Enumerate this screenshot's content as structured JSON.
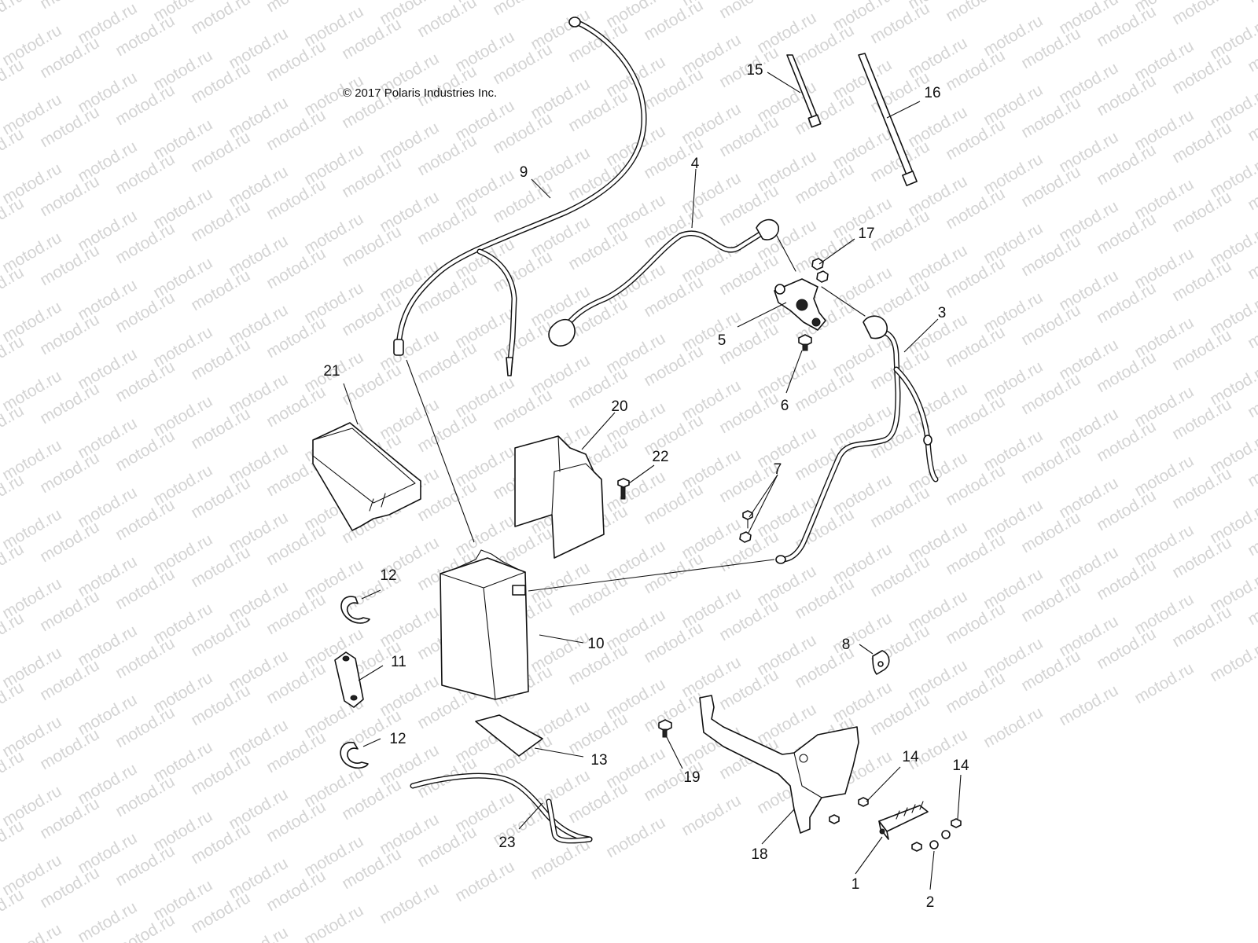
{
  "copyright": "© 2017 Polaris Industries Inc.",
  "watermark": {
    "text": "motod.ru",
    "color": "#d4d4d4"
  },
  "callouts": [
    {
      "id": "15",
      "label": "15"
    },
    {
      "id": "16",
      "label": "16"
    },
    {
      "id": "9",
      "label": "9"
    },
    {
      "id": "4",
      "label": "4"
    },
    {
      "id": "17",
      "label": "17"
    },
    {
      "id": "3",
      "label": "3"
    },
    {
      "id": "5",
      "label": "5"
    },
    {
      "id": "6",
      "label": "6"
    },
    {
      "id": "21",
      "label": "21"
    },
    {
      "id": "20",
      "label": "20"
    },
    {
      "id": "22",
      "label": "22"
    },
    {
      "id": "7",
      "label": "7"
    },
    {
      "id": "12a",
      "label": "12"
    },
    {
      "id": "10",
      "label": "10"
    },
    {
      "id": "11",
      "label": "11"
    },
    {
      "id": "8",
      "label": "8"
    },
    {
      "id": "12b",
      "label": "12"
    },
    {
      "id": "13",
      "label": "13"
    },
    {
      "id": "19",
      "label": "19"
    },
    {
      "id": "14a",
      "label": "14"
    },
    {
      "id": "14b",
      "label": "14"
    },
    {
      "id": "23",
      "label": "23"
    },
    {
      "id": "18",
      "label": "18"
    },
    {
      "id": "1",
      "label": "1"
    },
    {
      "id": "2",
      "label": "2"
    }
  ]
}
